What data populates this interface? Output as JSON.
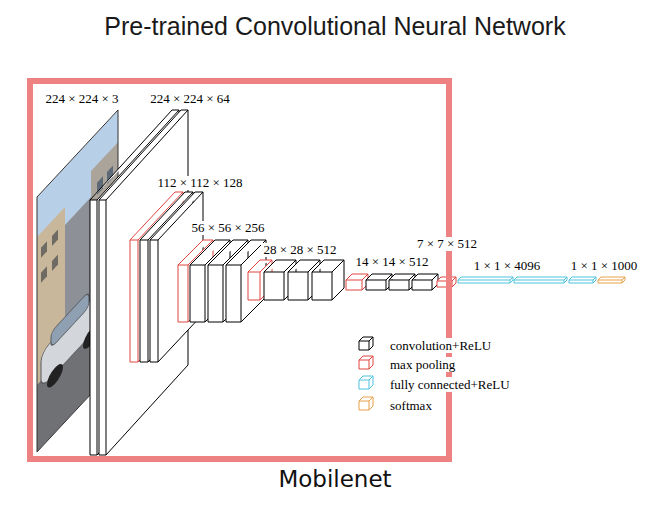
{
  "diagram": {
    "title": "Pre-trained Convolutional Neural Network",
    "nodes": [
      {
        "text": [
          "Mobilenet"
        ]
      }
    ],
    "labels": [
      "224 × 224 × 3",
      "224 × 224 × 64",
      "112 × 112 × 128",
      "56 × 56 × 256",
      "28 × 28 × 512",
      "14 × 14 × 512",
      "7 × 7 × 512",
      "1 × 1 × 4096",
      "1 × 1 × 1000"
    ],
    "legend": [
      {
        "text": "convolution+ReLU"
      },
      {
        "text": "max pooling"
      },
      {
        "text": "fully connected+ReLU"
      },
      {
        "text": "softmax"
      }
    ]
  }
}
